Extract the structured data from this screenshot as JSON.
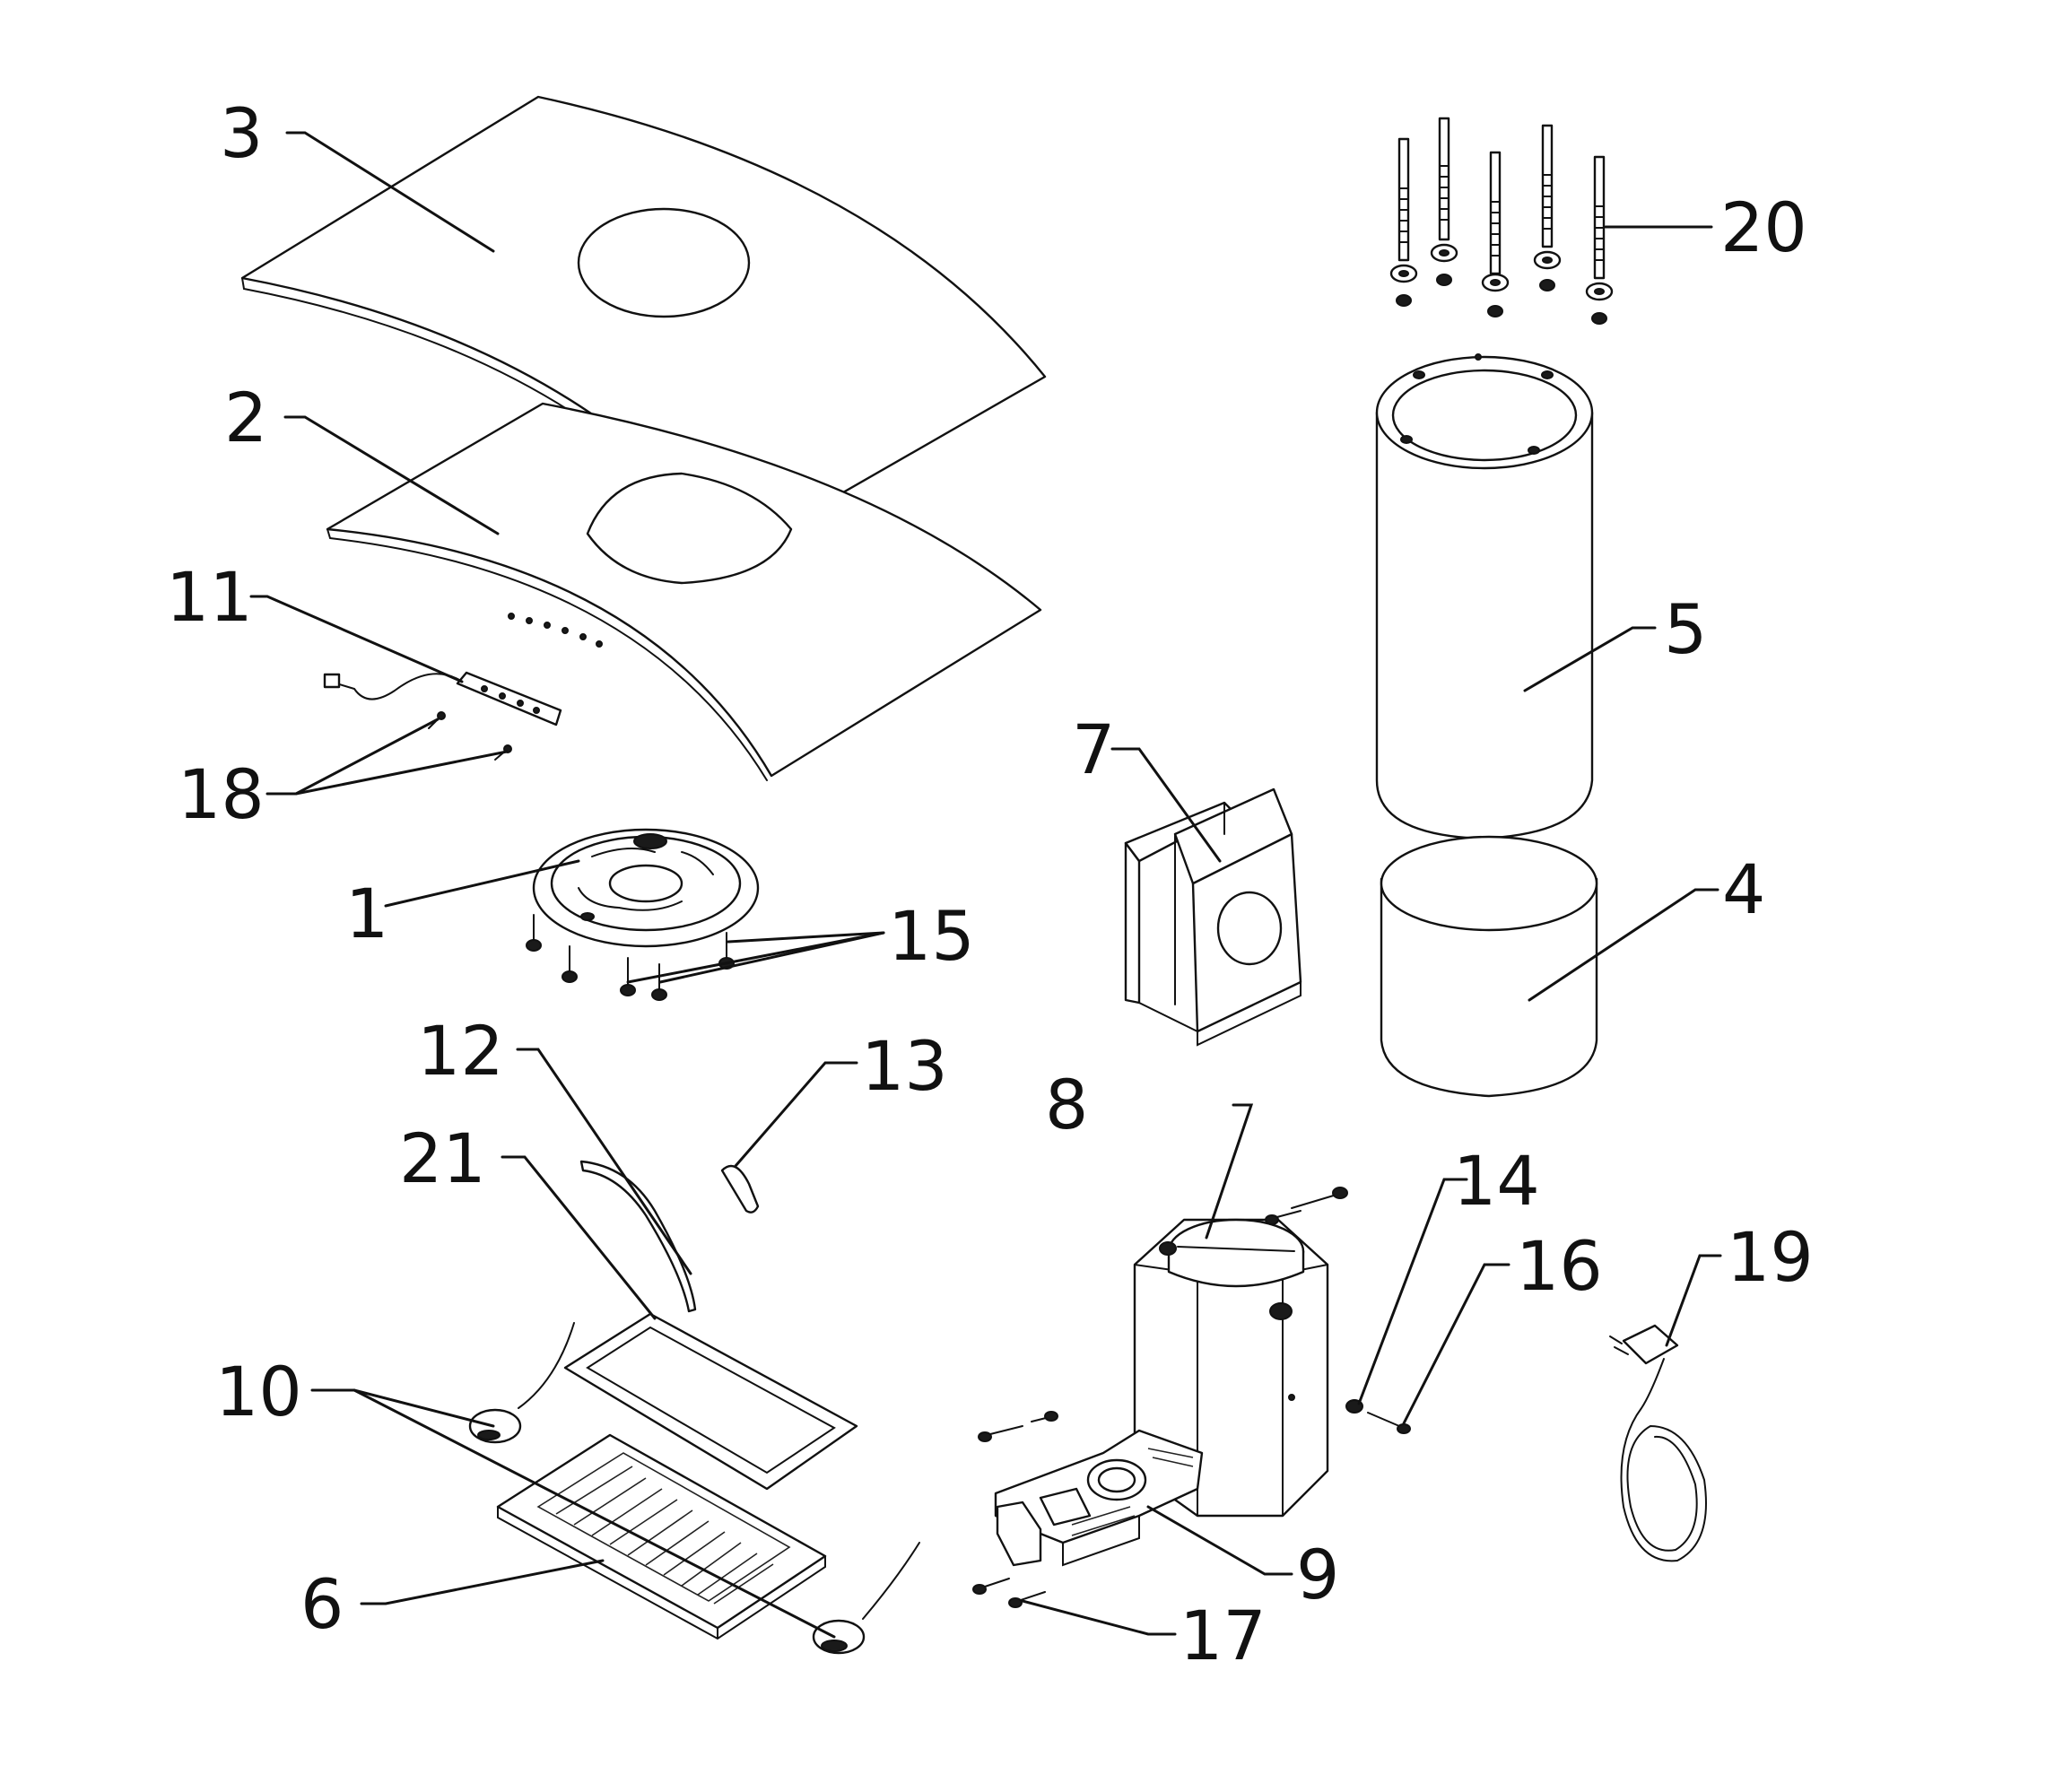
{
  "callouts": {
    "p1": "1",
    "p2": "2",
    "p3": "3",
    "p4": "4",
    "p5": "5",
    "p6": "6",
    "p7": "7",
    "p8": "8",
    "p9": "9",
    "p10": "10",
    "p11": "11",
    "p12": "12",
    "p13": "13",
    "p14": "14",
    "p15": "15",
    "p16": "16",
    "p17": "17",
    "p18": "18",
    "p19": "19",
    "p20": "20",
    "p21": "21"
  },
  "colors": {
    "ink": "#111111",
    "paper": "#ffffff"
  }
}
